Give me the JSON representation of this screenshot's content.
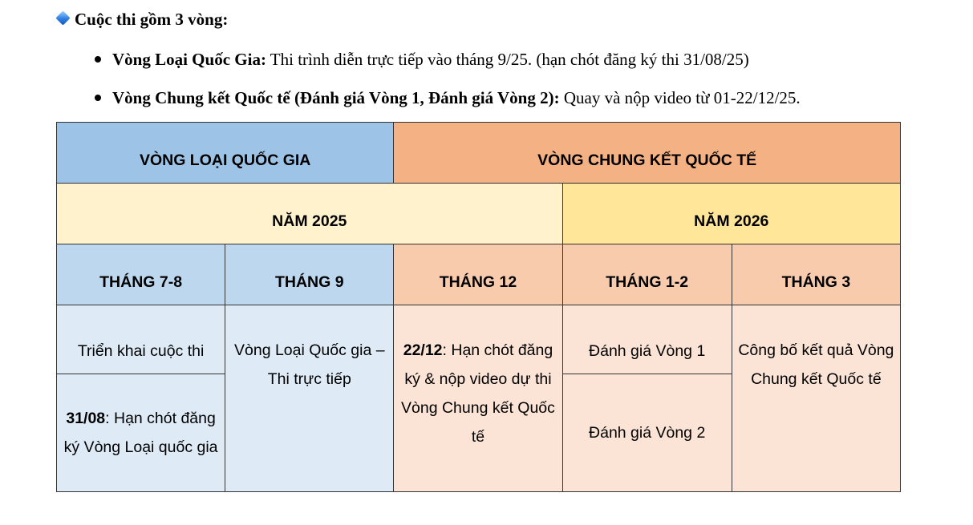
{
  "header": {
    "icon": "diamond-icon",
    "icon_color": "#2f7fe0",
    "title": "Cuộc thi gồm 3 vòng:"
  },
  "rounds": [
    {
      "label": "Vòng Loại Quốc Gia:",
      "text": " Thi trình diễn trực tiếp vào tháng 9/25. (hạn chót đăng ký thi 31/08/25)"
    },
    {
      "label": "Vòng Chung kết Quốc tế (Đánh giá Vòng 1, Đánh giá Vòng 2):",
      "text": " Quay và nộp video từ 01-22/12/25."
    }
  ],
  "table": {
    "stages": [
      "VÒNG LOẠI QUỐC GIA",
      "VÒNG CHUNG KẾT QUỐC TẾ"
    ],
    "years": [
      "NĂM 2025",
      "NĂM 2026"
    ],
    "months": [
      "THÁNG 7-8",
      "THÁNG 9",
      "THÁNG 12",
      "THÁNG 1-2",
      "THÁNG 3"
    ],
    "cells": {
      "m78_top": "Triển khai cuộc thi",
      "m78_bottom_bold": "31/08",
      "m78_bottom_text": ": Hạn chót đăng ký Vòng Loại quốc gia",
      "m9": "Vòng Loại Quốc gia – Thi trực tiếp",
      "m12_bold": "22/12",
      "m12_text": ": Hạn chót đăng ký & nộp video dự thi Vòng Chung kết Quốc tế",
      "m12_top": "Đánh giá Vòng 1",
      "m12_bottom": "Đánh giá Vòng 2",
      "m3": "Công bố kết quả Vòng Chung kết Quốc tế"
    },
    "colors": {
      "stage_national": "#9dc3e6",
      "stage_international": "#f4b183",
      "year_2025": "#fff2cc",
      "year_2026": "#ffe699",
      "month_blue": "#bdd7ee",
      "month_peach": "#f8cbad",
      "body_blue": "#deebf7",
      "body_peach": "#fbe4d5"
    }
  }
}
